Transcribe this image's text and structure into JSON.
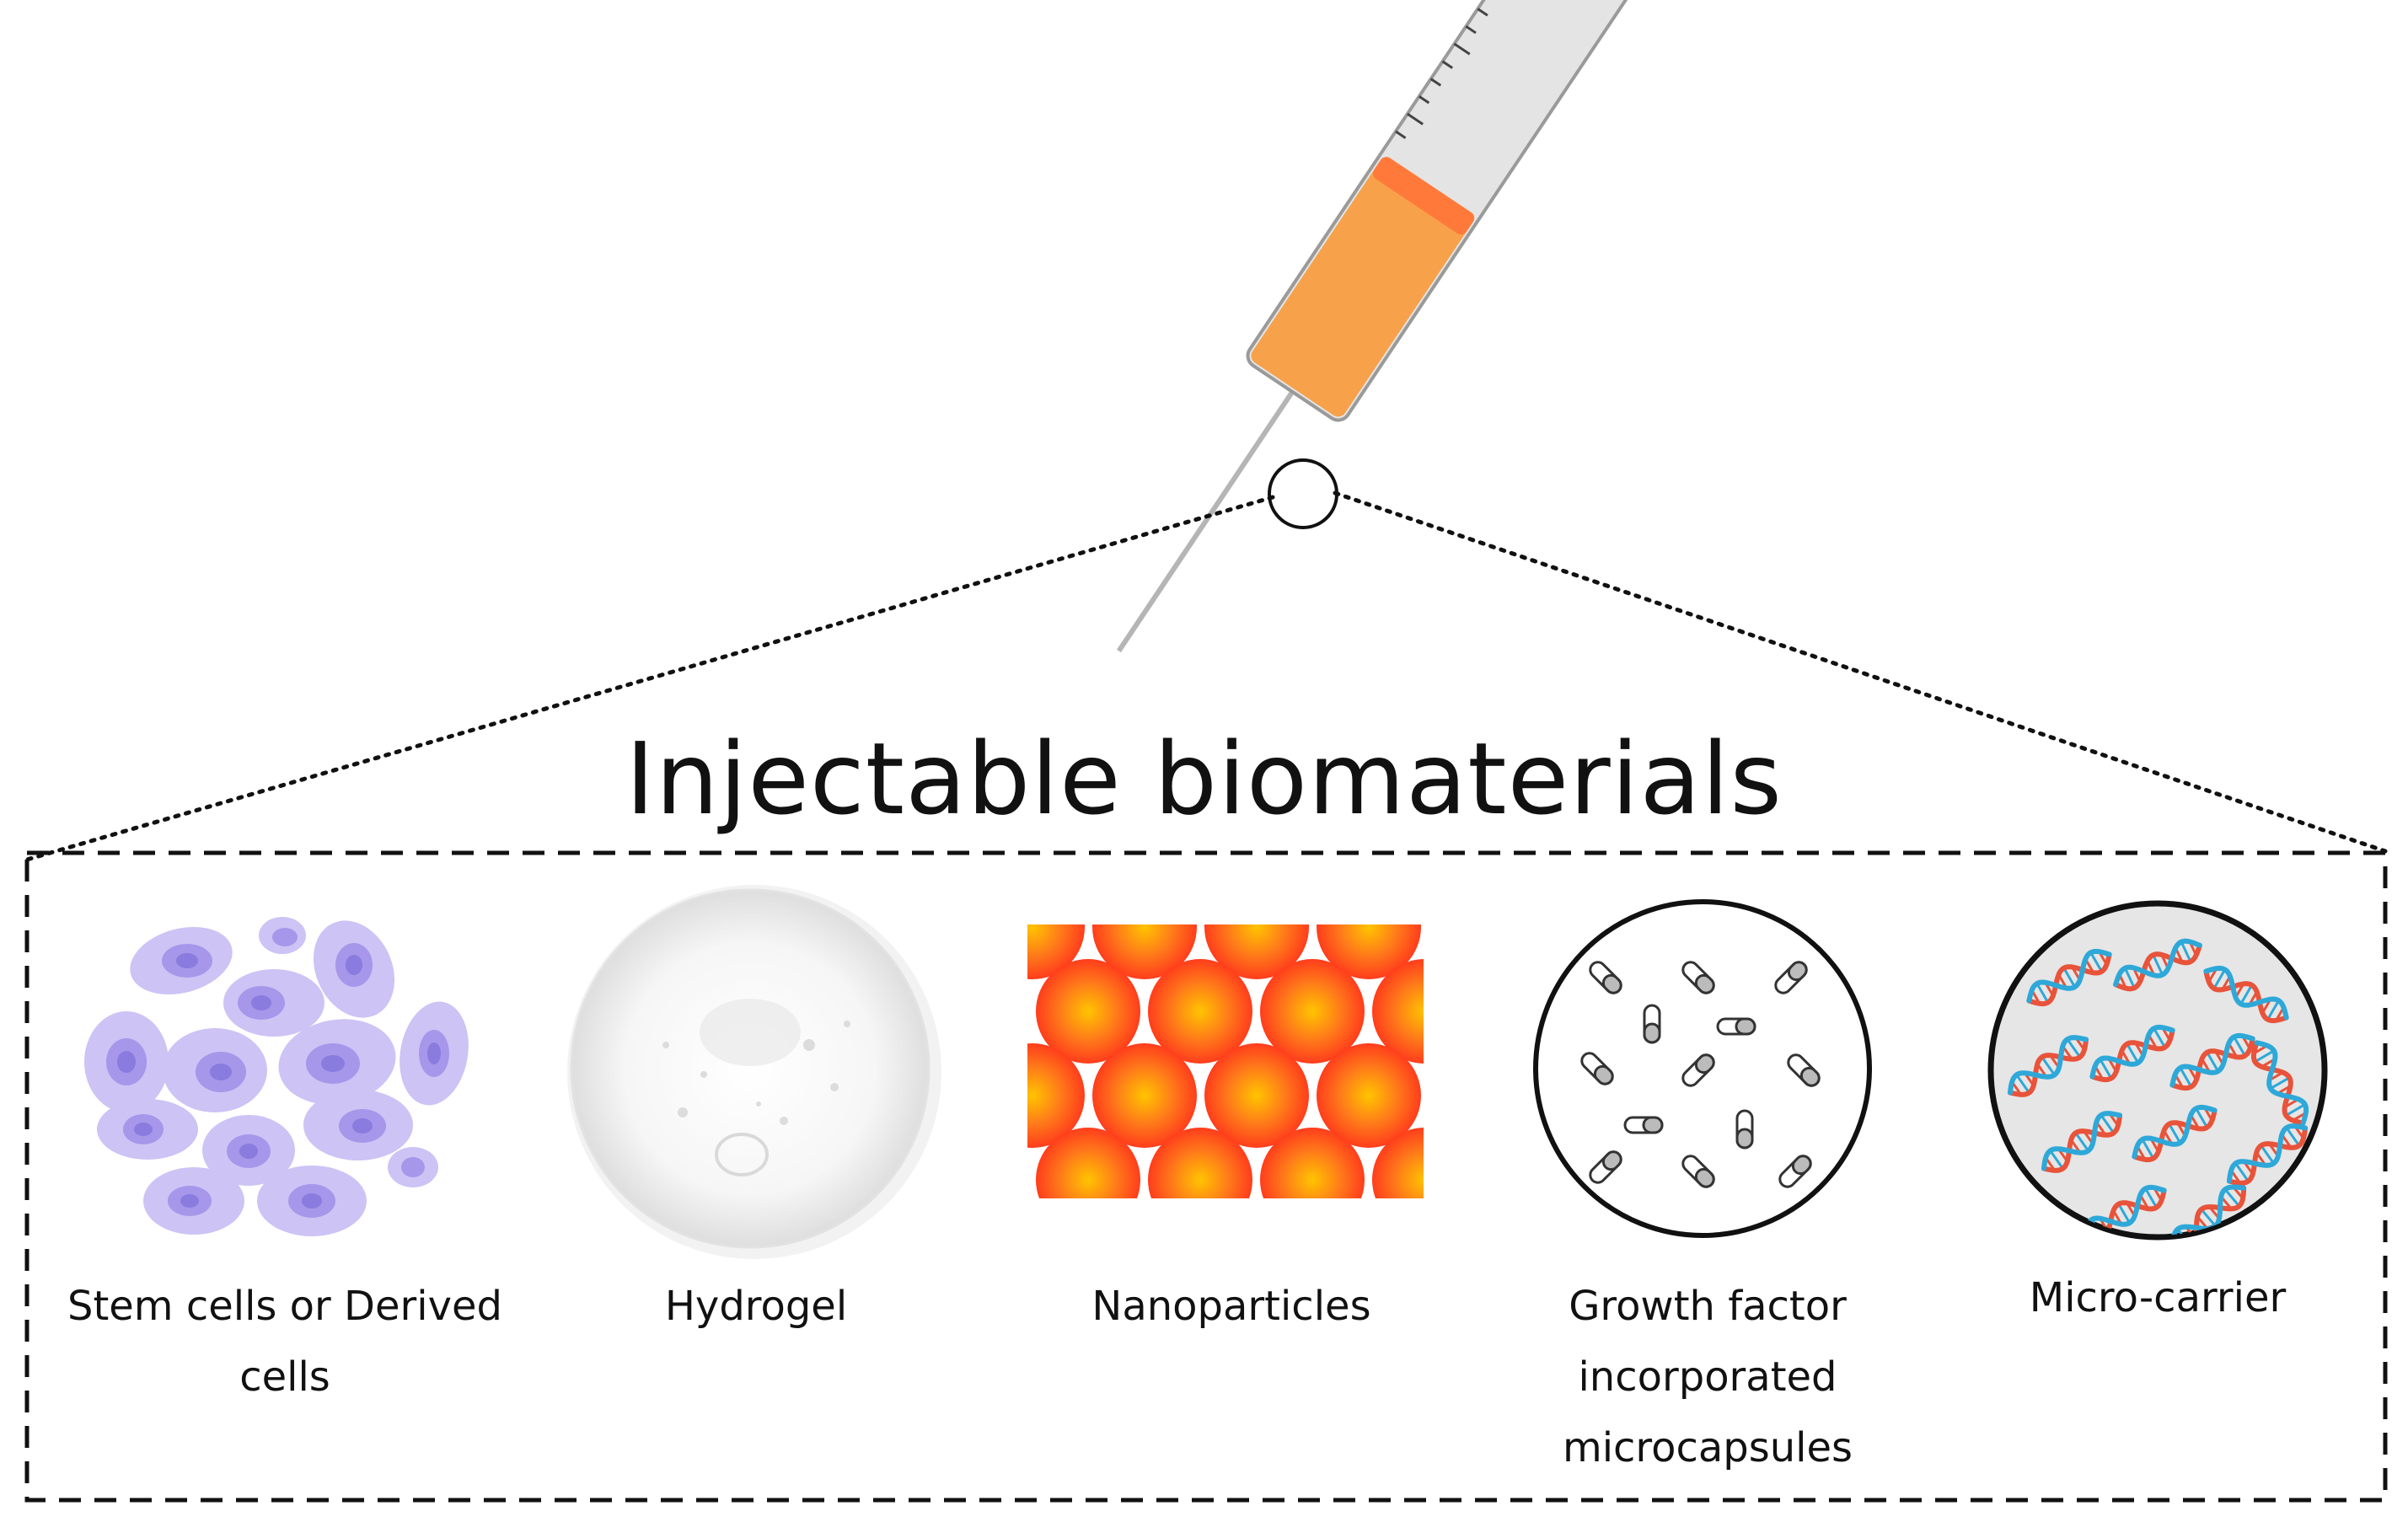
{
  "title": "Injectable biomaterials",
  "items": [
    {
      "label": "Stem cells or Derived cells"
    },
    {
      "label": "Hydrogel"
    },
    {
      "label": "Nanoparticles"
    },
    {
      "label": "Growth factor incorporated microcapsules"
    },
    {
      "label": "Micro-carrier"
    }
  ],
  "colors": {
    "syringe_barrel": "#e6e6e6",
    "syringe_liquid": "#f7a14a",
    "cell_outer": "#c9bff4",
    "cell_nucleus": "#8e80e0",
    "nanoparticle": "#ff4a1c",
    "nanoparticle_core": "#ffb400",
    "dna_red": "#e8533a",
    "dna_blue": "#2ea8d8"
  }
}
